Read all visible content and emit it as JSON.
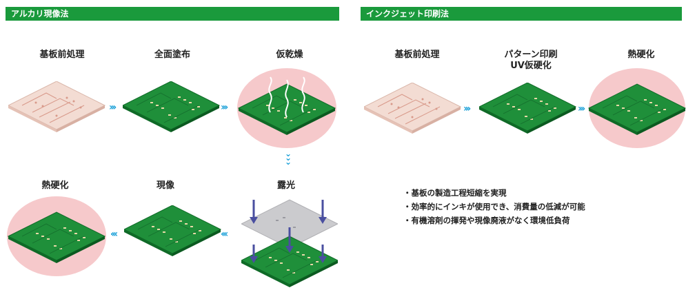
{
  "alkali": {
    "title": "アルカリ現像法",
    "steps": {
      "pretreat": "基板前処理",
      "coat": "全面塗布",
      "predry": "仮乾燥",
      "expose": "露光",
      "develop": "現像",
      "cure": "熱硬化"
    }
  },
  "inkjet": {
    "title": "インクジェット印刷法",
    "steps": {
      "pretreat": "基板前処理",
      "print_line1": "パターン印刷",
      "print_line2": "UV仮硬化",
      "cure": "熱硬化"
    },
    "benefits": [
      "・基板の製造工程短縮を実現",
      "・効率的にインキが使用でき、消費量の低減が可能",
      "・有機溶剤の揮発や現像廃液がなく環境低負荷"
    ]
  },
  "colors": {
    "header": "#1a9a3c",
    "board_green": "#1f8f3a",
    "bare_board": "#f3dcd3",
    "halo_pink": "#f6c9cb",
    "arrow_blue": "#1aa0d8"
  }
}
